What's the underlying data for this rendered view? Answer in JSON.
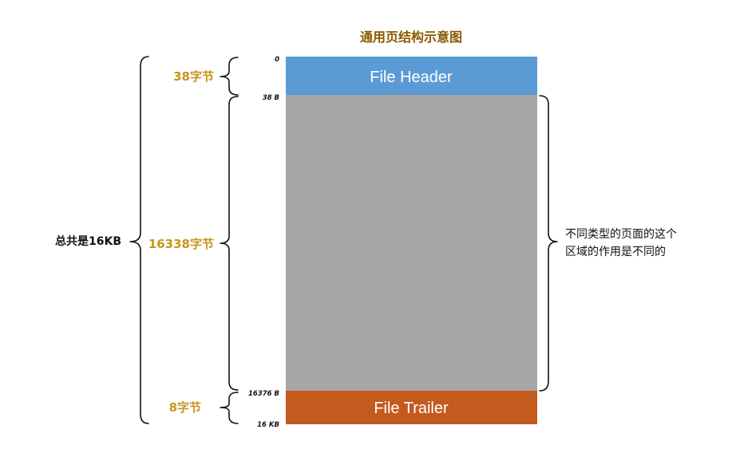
{
  "title": "通用页结构示意图",
  "total_label": "总共是16KB",
  "sections": {
    "header": {
      "label": "File Header",
      "size_label": "38字节",
      "color": "#5b9bd5"
    },
    "body": {
      "label": "",
      "size_label": "16338字节",
      "color": "#a6a6a6"
    },
    "trailer": {
      "label": "File Trailer",
      "size_label": "8字节",
      "color": "#c55a1e"
    }
  },
  "offsets": {
    "start": "0",
    "header_end": "38 B",
    "trailer_start": "16376 B",
    "end": "16 KB"
  },
  "note": {
    "line1": "不同类型的页面的这个",
    "line2": "区域的作用是不同的"
  }
}
